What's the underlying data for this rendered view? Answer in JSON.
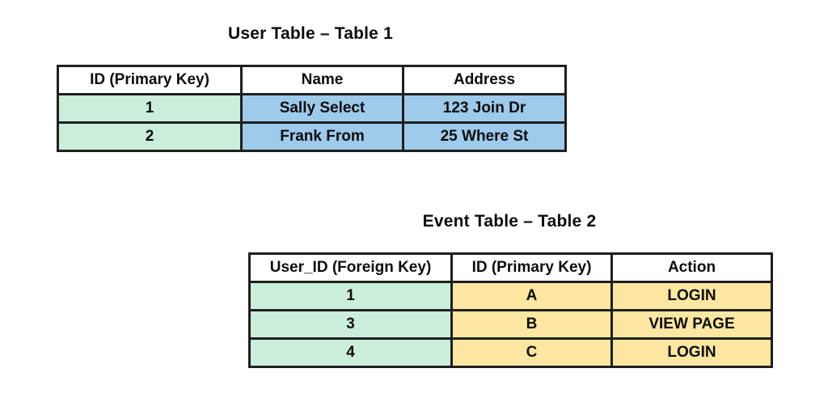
{
  "colors": {
    "border": "#1f1f1f",
    "header_bg": "#ffffff",
    "green": "#cbeeda",
    "blue": "#9ecaeb",
    "yellow": "#fbe7a1",
    "text": "#0d0d0d",
    "page_bg": "#ffffff"
  },
  "table1": {
    "title": "User Table – Table 1",
    "headers": [
      "ID (Primary Key)",
      "Name",
      "Address"
    ],
    "rows": [
      {
        "cells": [
          "1",
          "Sally Select",
          "123 Join Dr"
        ]
      },
      {
        "cells": [
          "2",
          "Frank From",
          "25 Where St"
        ]
      }
    ],
    "column_colors": [
      "green",
      "blue",
      "blue"
    ]
  },
  "table2": {
    "title": "Event Table – Table 2",
    "headers": [
      "User_ID (Foreign Key)",
      "ID (Primary Key)",
      "Action"
    ],
    "rows": [
      {
        "cells": [
          "1",
          "A",
          "LOGIN"
        ]
      },
      {
        "cells": [
          "3",
          "B",
          "VIEW PAGE"
        ]
      },
      {
        "cells": [
          "4",
          "C",
          "LOGIN"
        ]
      }
    ],
    "column_colors": [
      "green",
      "yellow",
      "yellow"
    ]
  }
}
